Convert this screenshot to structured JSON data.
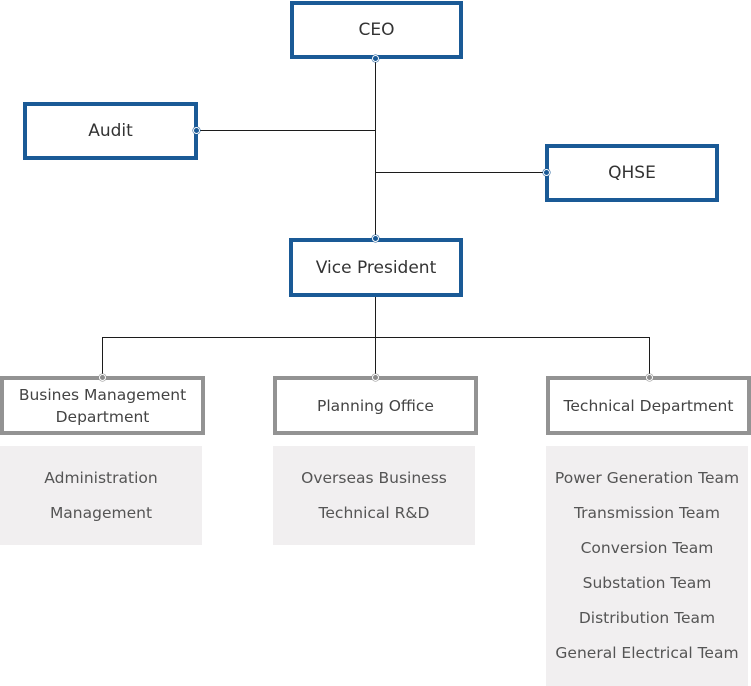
{
  "org": {
    "ceo": "CEO",
    "audit": "Audit",
    "qhse": "QHSE",
    "vice_president": "Vice President",
    "departments": [
      {
        "title_line1": "Busines Management",
        "title_line2": "Department",
        "teams": [
          "Administration",
          "Management"
        ]
      },
      {
        "title_line1": "Planning Office",
        "title_line2": "",
        "teams": [
          "Overseas Business",
          "Technical R&D"
        ]
      },
      {
        "title_line1": "Technical Department",
        "title_line2": "",
        "teams": [
          "Power Generation Team",
          "Transmission Team",
          "Conversion Team",
          "Substation Team",
          "Distribution Team",
          "General Electrical Team"
        ]
      }
    ]
  },
  "colors": {
    "executive_border": "#1a5a96",
    "department_border": "#939393",
    "team_panel_bg": "#f1eff0",
    "connector": "#1c1c1c"
  }
}
